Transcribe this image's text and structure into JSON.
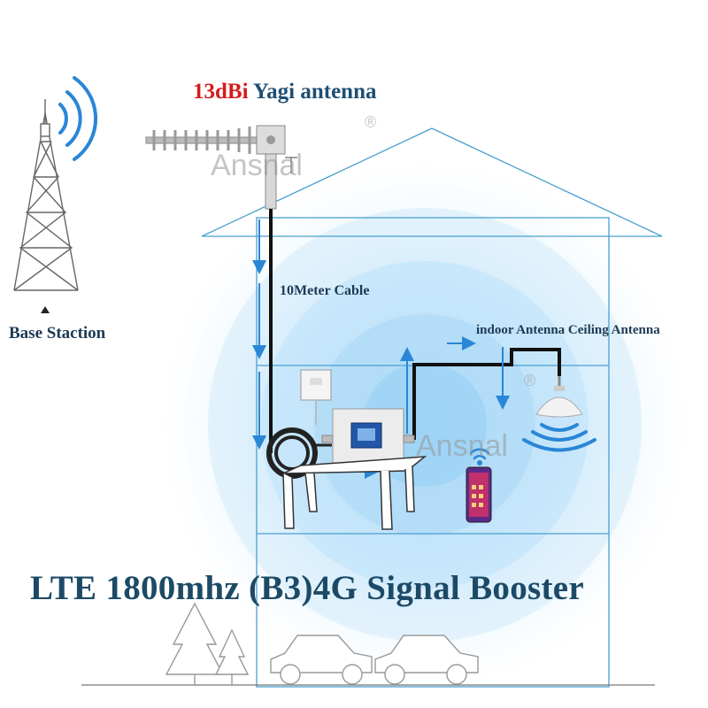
{
  "title": {
    "gain": "13dBi",
    "antenna": "Yagi antenna"
  },
  "labels": {
    "base_station": "Base Staction",
    "cable": "10Meter Cable",
    "indoor_antenna": "indoor Antenna Ceiling Antenna",
    "product": "LTE 1800mhz (B3)4G Signal Booster"
  },
  "watermark": {
    "brand": "Ansnal",
    "registered": "®"
  },
  "colors": {
    "accent_red": "#d41c1c",
    "text_navy": "#1c4a66",
    "house_line": "#4a9fd0",
    "signal_wave": "#2a86d6",
    "cable_black": "#111111"
  }
}
